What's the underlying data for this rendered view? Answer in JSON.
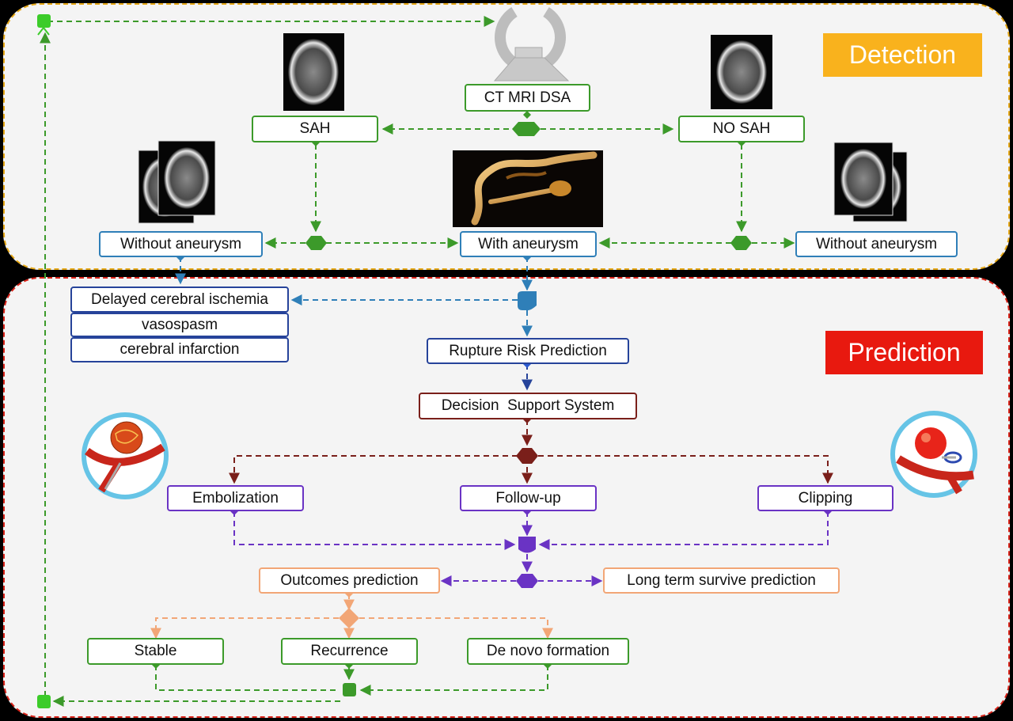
{
  "sections": {
    "detection": {
      "label": "Detection",
      "color": "#f9b21d"
    },
    "prediction": {
      "label": "Prediction",
      "color": "#e8190f"
    }
  },
  "nodes": {
    "ct_mri_dsa": "CT MRI DSA",
    "sah": "SAH",
    "no_sah": "NO SAH",
    "without_aneurysm_left": "Without aneurysm",
    "with_aneurysm": "With aneurysm",
    "without_aneurysm_right": "Without aneurysm",
    "delayed_cerebral_ischemia": "Delayed cerebral ischemia",
    "vasospasm": "vasospasm",
    "cerebral_infarction": "cerebral infarction",
    "rupture_risk_prediction": "Rupture Risk Prediction",
    "decision_support_system": "Decision  Support System",
    "embolization": "Embolization",
    "follow_up": "Follow-up",
    "clipping": "Clipping",
    "outcomes_prediction": "Outcomes prediction",
    "long_term_survive_prediction": "Long term survive prediction",
    "stable": "Stable",
    "recurrence": "Recurrence",
    "de_novo_formation": "De novo formation"
  },
  "colors": {
    "green": "#3c9a2a",
    "blue": "#2f7fb8",
    "navy": "#26439a",
    "dark_red": "#7a1f1a",
    "purple": "#6a33c4",
    "orange": "#f2a676",
    "detection_border": "#e6a817",
    "prediction_border": "#d9241a"
  }
}
